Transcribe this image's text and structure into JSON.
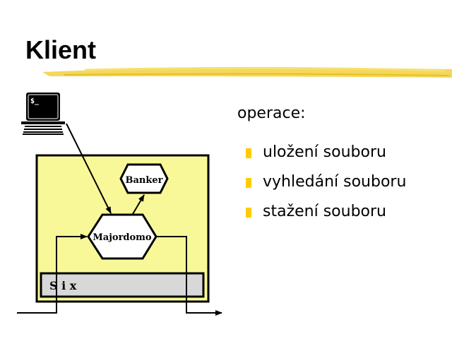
{
  "slide": {
    "title": "Klient",
    "heading": "operace:",
    "bullets": [
      "uložení souboru",
      "vyhledání souboru",
      "stažení souboru"
    ]
  },
  "diagram": {
    "terminal_prompt": "$_",
    "nodes": {
      "banker": "Banker",
      "majordomo": "Majordomo",
      "six": "S i x"
    }
  },
  "colors": {
    "accent": "#FFCC00",
    "system_box": "#F8F898",
    "six_box": "#D8D8D8"
  }
}
